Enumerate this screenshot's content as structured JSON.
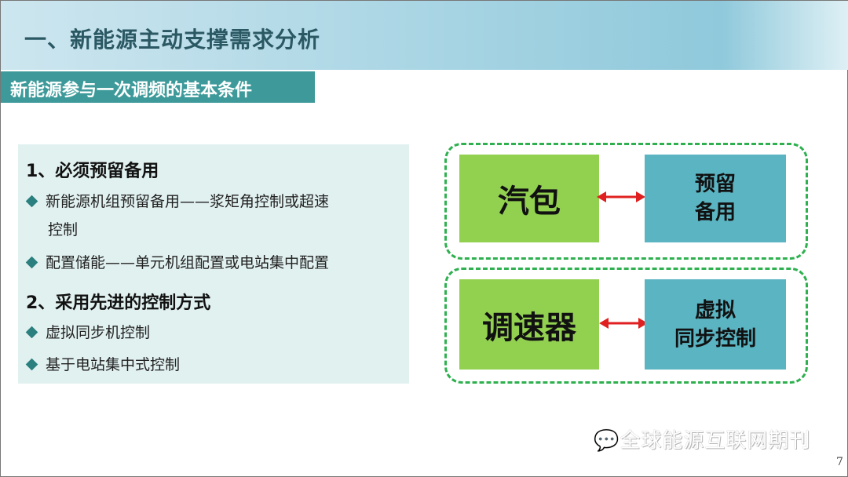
{
  "header": {
    "title": "一、新能源主动支撑需求分析"
  },
  "subtitle": "新能源参与一次调频的基本条件",
  "panel": {
    "heading1": "1、必须预留备用",
    "bullet1_line1": "新能源机组预留备用——浆矩角控制或超速",
    "bullet1_line2": "控制",
    "bullet2": "配置储能——单元机组配置或电站集中配置",
    "heading2": "2、采用先进的控制方式",
    "bullet3": "虚拟同步机控制",
    "bullet4": "基于电站集中式控制"
  },
  "diagram": {
    "row1": {
      "left": "汽包",
      "right_line1": "预留",
      "right_line2": "备用"
    },
    "row2": {
      "left": "调速器",
      "right_line1": "虚拟",
      "right_line2": "同步控制"
    }
  },
  "watermark": "全球能源互联网期刊",
  "page_number": "7",
  "colors": {
    "accent": "#3e9a9a",
    "green": "#92d050",
    "blue": "#5bb4c2",
    "arrow": "#e02020",
    "dash": "#2eb04f"
  }
}
